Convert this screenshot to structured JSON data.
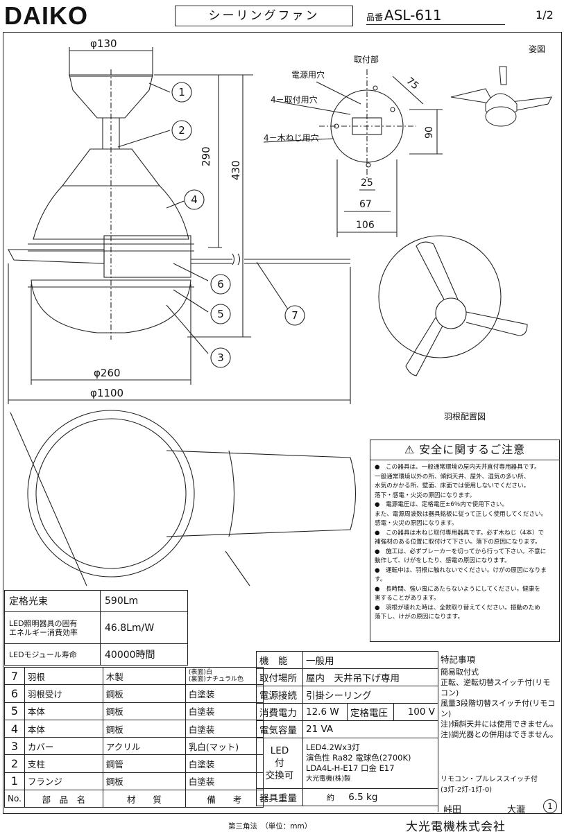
{
  "header": {
    "brand": "DAIKO",
    "product_type": "シーリングファン",
    "part_no_label": "品番",
    "part_no": "ASL-611",
    "page": "1/2"
  },
  "drawing": {
    "dim_phi130": "φ130",
    "dim_290": "290",
    "dim_430": "430",
    "dim_phi260": "φ260",
    "dim_phi1100": "φ1100",
    "mount_title": "取付部",
    "label_power_hole": "電源用穴",
    "label_mount_holes": "4－取付用穴",
    "label_screw_holes": "4－木ねじ用穴",
    "dim_75": "75",
    "dim_90": "90",
    "dim_25": "25",
    "dim_67": "67",
    "dim_106": "106",
    "view_label": "姿図",
    "blade_layout_label": "羽根配置図",
    "callouts": [
      "1",
      "2",
      "3",
      "4",
      "5",
      "6",
      "7"
    ]
  },
  "caution": {
    "title": "安全に関するご注意",
    "text": "●　この器具は、一般通常環境の屋内天井直付専用器具です。\n一般通常環境以外の所、傾斜天井、屋外、湿気の多い所、\n水気のかかる所、壁面、床面では使用しないでください。\n落下・感電・火災の原因になります。\n●　電源電圧は、定格電圧±6％内で使用下さい。\nまた、電源周波数は器具銘板に従って正しく使用してください。\n感電・火災の原因になります。\n●　この器具は木ねじ取付専用器具です。必ず木ねじ（4本）で\n補強材のある位置に取付けて下さい。落下の原因になります。\n●　施工は、必ずブレーカーを切ってから行って下さい。不意に\n動作して、けがをしたり、感電の原因になります。\n●　運転中は、羽根に触れないでください。けがの原因になります。\n●　長時間、強い風にあたらないようにしてください。健康を\n害することがあります。\n●　羽根が壊れた時は、全数取り替えてください。振動のため\n落下し、けがの原因になります。"
  },
  "spec": [
    {
      "label": "定格光束",
      "value": "590Lm"
    },
    {
      "label": "LED照明器具の固有\nエネルギー消費効率",
      "value": "46.8Lm/W"
    },
    {
      "label": "LEDモジュール寿命",
      "value": "40000時間"
    }
  ],
  "parts": {
    "rows": [
      {
        "no": "7",
        "name": "羽根",
        "material": "木製",
        "note": "(表面)白\n(裏面)ナチュラル色"
      },
      {
        "no": "6",
        "name": "羽根受け",
        "material": "鋼板",
        "note": "白塗装"
      },
      {
        "no": "5",
        "name": "本体",
        "material": "鋼板",
        "note": "白塗装"
      },
      {
        "no": "4",
        "name": "本体",
        "material": "鋼板",
        "note": "白塗装"
      },
      {
        "no": "3",
        "name": "カバー",
        "material": "アクリル",
        "note": "乳白(マット)"
      },
      {
        "no": "2",
        "name": "支柱",
        "material": "鋼管",
        "note": "白塗装"
      },
      {
        "no": "1",
        "name": "フランジ",
        "material": "鋼板",
        "note": "白塗装"
      }
    ],
    "header": {
      "no": "No.",
      "name": "部　品　名",
      "material": "材　　質",
      "note": "備　　考"
    }
  },
  "info": {
    "function_k": "機　能",
    "function_v": "一般用",
    "location_k": "取付場所",
    "location_v": "屋内　天井吊下げ専用",
    "power_k": "電源接続",
    "power_v": "引掛シーリング",
    "consumption_k": "消費電力",
    "consumption_v": "12.6 W",
    "voltage_k": "定格電圧",
    "voltage_v": "100 V",
    "capacity_k": "電気容量",
    "capacity_v": "21 VA",
    "led_k1": "LED",
    "led_k2": "付",
    "led_k3": "交換可",
    "led_v1": "LED4.2Wx3灯",
    "led_v2": "演色性 Ra82 電球色(2700K)",
    "led_v3": "LDA4L-H-E17 口金 E17",
    "led_v4": "大光電機(株)製",
    "weight_k": "器具重量",
    "weight_approx": "約",
    "weight_v": "6.5 kg",
    "drafter": "峠田",
    "checker": "大瀧",
    "rev": "1"
  },
  "notes": {
    "title": "特記事項",
    "lines": [
      "簡易取付式",
      "正転、逆転切替スイッチ付(リモコン)",
      "風量3段階切替スイッチ付(リモコン)",
      "注)傾斜天井には使用できません。",
      "注)調光器との併用はできません。"
    ],
    "remote1": "リモコン・プルレススイッチ付",
    "remote2": "(3灯-2灯-1灯-0)"
  },
  "footer": {
    "projection": "第三角法　（単位：mm）",
    "company": "大光電機株式会社"
  }
}
